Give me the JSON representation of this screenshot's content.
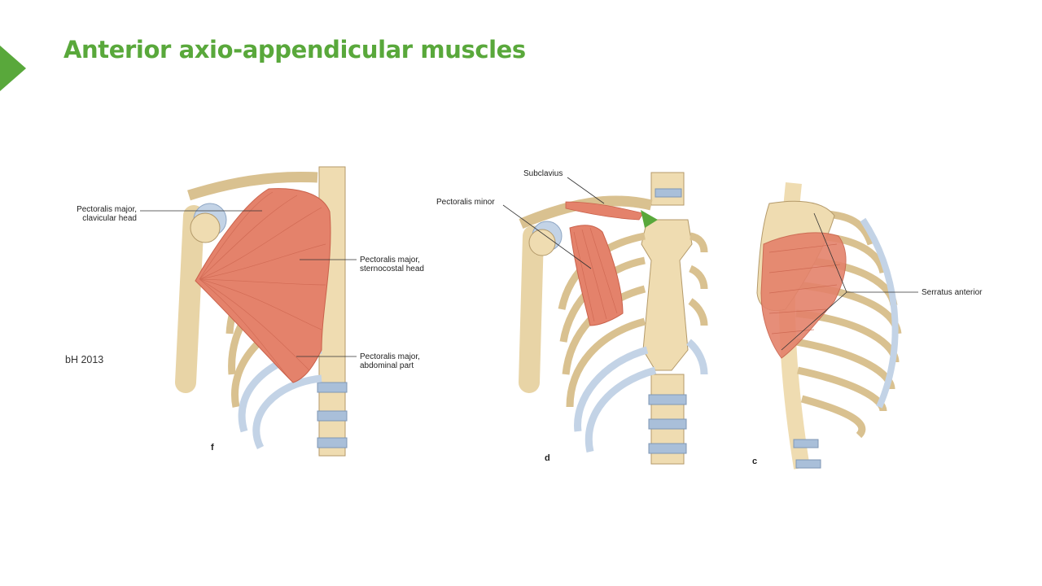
{
  "title": "Anterior axio-appendicular muscles",
  "credit": "bH 2013",
  "colors": {
    "accent": "#59a83b",
    "bone": "#efdcb1",
    "bone_stroke": "#b49a6a",
    "cartilage": "#c3d3e6",
    "muscle": "#e4826b",
    "muscle_fiber": "#c9614b"
  },
  "figures": {
    "f": {
      "letter": "f",
      "labels": {
        "clavicular_head": [
          "Pectoralis major,",
          "clavicular head"
        ],
        "sternocostal_head": [
          "Pectoralis major,",
          "sternocostal head"
        ],
        "abdominal_part": [
          "Pectoralis major,",
          "abdominal part"
        ]
      }
    },
    "d": {
      "letter": "d",
      "labels": {
        "subclavius": "Subclavius",
        "pectoralis_minor": "Pectoralis minor"
      }
    },
    "c": {
      "letter": "c",
      "labels": {
        "serratus_anterior": "Serratus anterior"
      }
    }
  },
  "cursor_icon": "play-pointer-icon"
}
